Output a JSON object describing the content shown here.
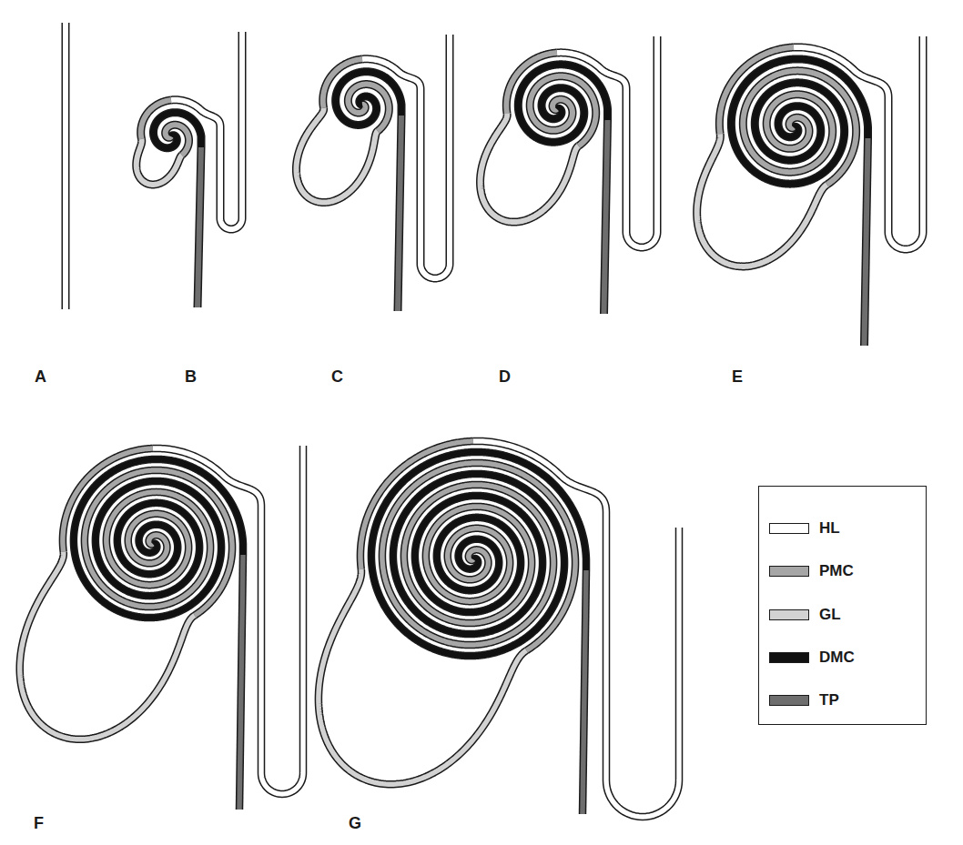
{
  "diagram": {
    "labels": [
      "A",
      "B",
      "C",
      "D",
      "E",
      "F",
      "G"
    ],
    "legend": [
      {
        "text": "HL",
        "color": "#ffffff"
      },
      {
        "text": "PMC",
        "color": "#a6a6a6"
      },
      {
        "text": "GL",
        "color": "#d2d2d2"
      },
      {
        "text": "DMC",
        "color": "#111111"
      },
      {
        "text": "TP",
        "color": "#6e6e6e"
      }
    ]
  }
}
